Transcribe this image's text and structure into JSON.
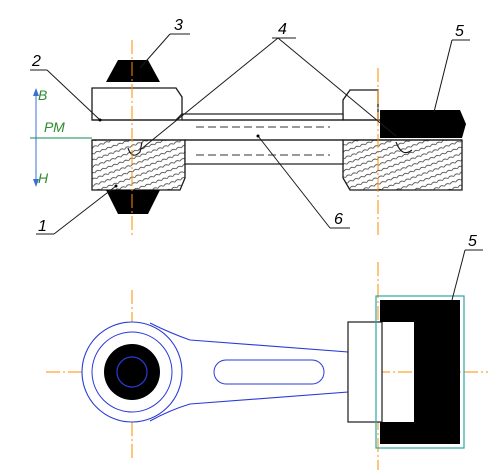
{
  "colors": {
    "outline": "#1a1a1a",
    "hidden": "#333333",
    "center_line": "#ff8c00",
    "parting_line": "#3aa36f",
    "direction_arrow": "#3b6fd6",
    "green_label": "#2e8b2e",
    "bore_circle": "#2a3bd6",
    "insert_outline": "#2aa7a7",
    "solid_fill": "#000000",
    "hatch": "#222222"
  },
  "labels": {
    "callouts": [
      "1",
      "2",
      "3",
      "4",
      "5",
      "6",
      "5"
    ],
    "upper": "В",
    "parting": "РМ",
    "lower": "Н"
  }
}
